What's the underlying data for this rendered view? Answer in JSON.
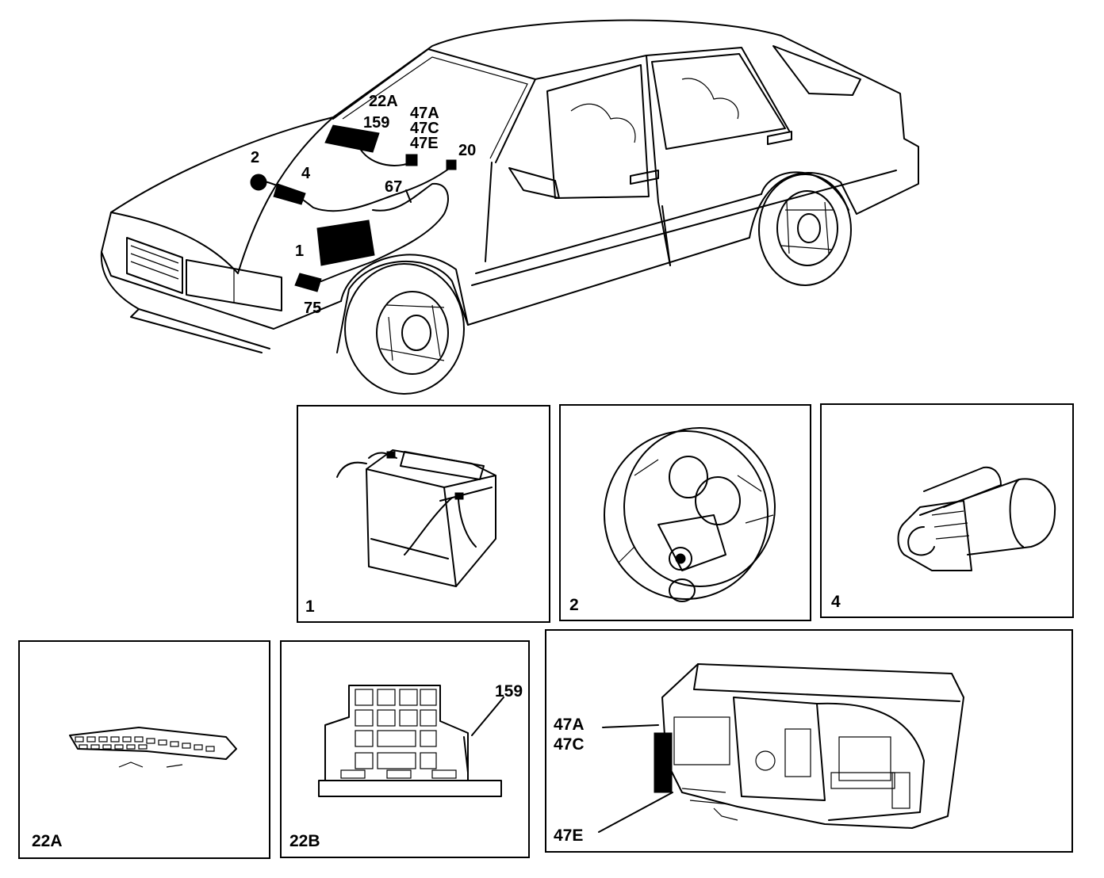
{
  "car_labels": {
    "l22a": "22A",
    "l159": "159",
    "l47a": "47A",
    "l47c": "47C",
    "l47e": "47E",
    "l2": "2",
    "l4": "4",
    "l20": "20",
    "l67": "67",
    "l1": "1",
    "l75": "75"
  },
  "panels": {
    "p1": {
      "label": "1",
      "name": "battery"
    },
    "p2": {
      "label": "2",
      "name": "alternator"
    },
    "p4": {
      "label": "4",
      "name": "starter-motor"
    },
    "p22a": {
      "label": "22A",
      "name": "fuse-strip"
    },
    "p22b": {
      "label": "22B",
      "name": "relay-box",
      "callout": "159"
    },
    "p47e": {
      "label": "47E",
      "name": "instrument-cluster",
      "callout_a": "47A",
      "callout_c": "47C"
    }
  },
  "colors": {
    "line": "#000000",
    "background": "#ffffff"
  }
}
